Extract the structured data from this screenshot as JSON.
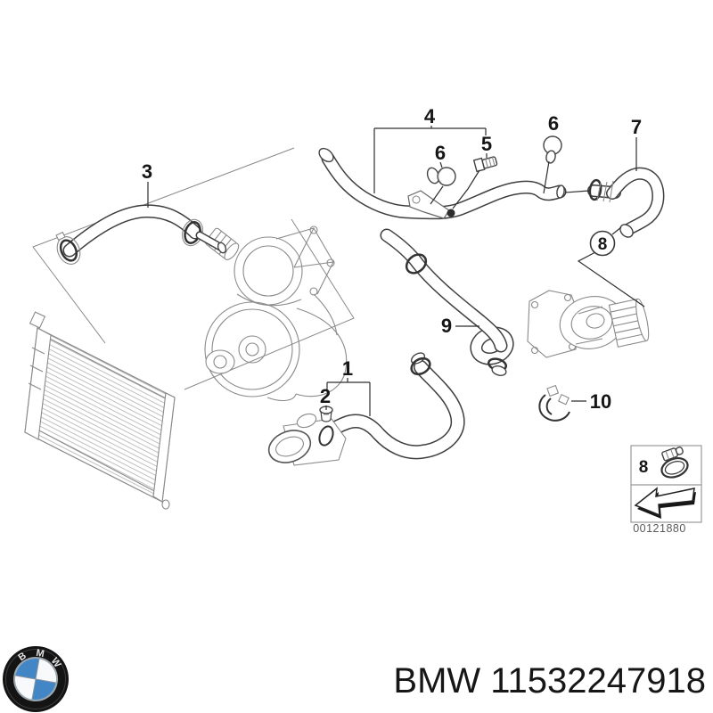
{
  "callouts": {
    "c1": "1",
    "c2": "2",
    "c3": "3",
    "c4": "4",
    "c5": "5",
    "c6_left": "6",
    "c6_right": "6",
    "c7": "7",
    "c8": "8",
    "c9": "9",
    "c10": "10"
  },
  "legend": {
    "item_number": "8",
    "diagram_code": "00121880"
  },
  "logo": {
    "letters": [
      "B",
      "M",
      "W"
    ]
  },
  "footer": {
    "part_label": "BMW 11532247918"
  },
  "colors": {
    "line_art": "#3f3f3f",
    "logo_blue": "#4286c5",
    "background": "#ffffff"
  }
}
